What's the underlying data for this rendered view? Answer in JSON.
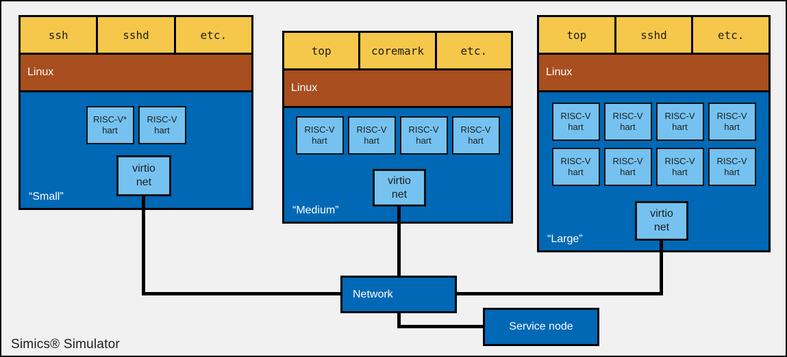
{
  "footer": {
    "title": "Simics® Simulator"
  },
  "network": {
    "label": "Network"
  },
  "service_node": {
    "label": "Service node"
  },
  "colors": {
    "background": "#F1F1F2",
    "process_fill": "#F5C84C",
    "os_fill": "#A84E1F",
    "machine_fill": "#0068B5",
    "device_fill": "#75C2F0",
    "line": "#000000",
    "light_text": "#FFFFFF",
    "dark_text": "#1D1D1D"
  },
  "machines": [
    {
      "name": "“Small”",
      "os": "Linux",
      "processes": [
        "ssh",
        "sshd",
        "etc."
      ],
      "harts_per_row": 2,
      "harts": [
        {
          "label": "RISC-V*",
          "sublabel": "hart"
        },
        {
          "label": "RISC-V",
          "sublabel": "hart"
        }
      ],
      "device": {
        "label": "virtio",
        "sublabel": "net"
      }
    },
    {
      "name": "“Medium”",
      "os": "Linux",
      "processes": [
        "top",
        "coremark",
        "etc."
      ],
      "harts_per_row": 4,
      "harts": [
        {
          "label": "RISC-V",
          "sublabel": "hart"
        },
        {
          "label": "RISC-V",
          "sublabel": "hart"
        },
        {
          "label": "RISC-V",
          "sublabel": "hart"
        },
        {
          "label": "RISC-V",
          "sublabel": "hart"
        }
      ],
      "device": {
        "label": "virtio",
        "sublabel": "net"
      }
    },
    {
      "name": "“Large”",
      "os": "Linux",
      "processes": [
        "top",
        "sshd",
        "etc."
      ],
      "harts_per_row": 4,
      "harts": [
        {
          "label": "RISC-V",
          "sublabel": "hart"
        },
        {
          "label": "RISC-V",
          "sublabel": "hart"
        },
        {
          "label": "RISC-V",
          "sublabel": "hart"
        },
        {
          "label": "RISC-V",
          "sublabel": "hart"
        },
        {
          "label": "RISC-V",
          "sublabel": "hart"
        },
        {
          "label": "RISC-V",
          "sublabel": "hart"
        },
        {
          "label": "RISC-V",
          "sublabel": "hart"
        },
        {
          "label": "RISC-V",
          "sublabel": "hart"
        }
      ],
      "device": {
        "label": "virtio",
        "sublabel": "net"
      }
    }
  ]
}
